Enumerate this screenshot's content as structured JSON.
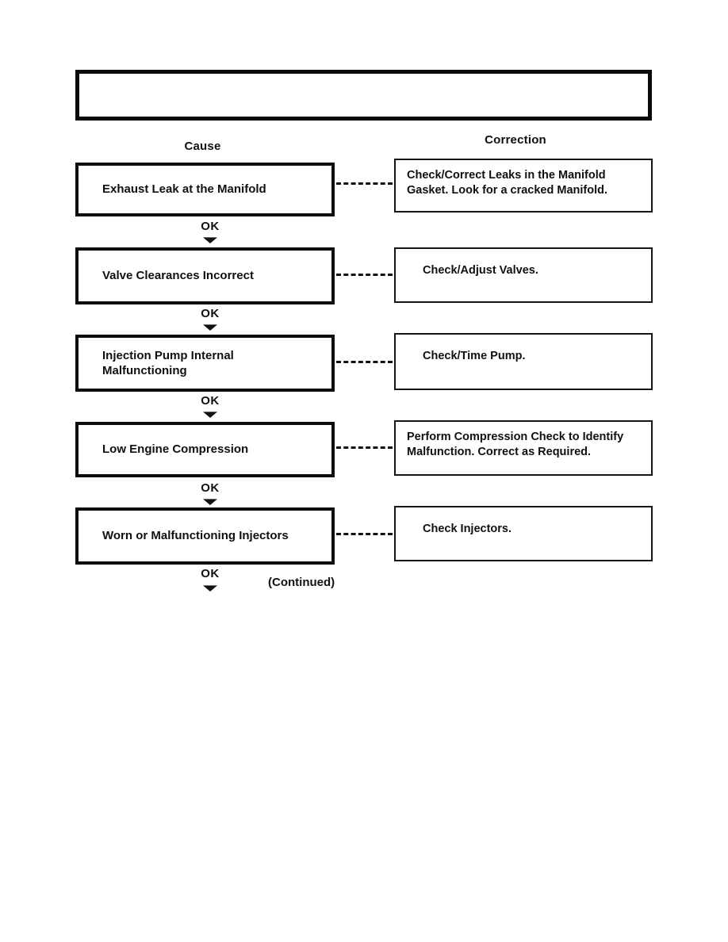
{
  "document": {
    "title_box_text": "",
    "headers": {
      "cause": "Cause",
      "correction": "Correction"
    },
    "ok_label": "OK",
    "continued_label": "(Continued)",
    "rows": [
      {
        "cause": "Exhaust Leak at the Manifold",
        "correction": "Check/Correct Leaks in the Manifold Gasket. Look for a cracked Manifold."
      },
      {
        "cause": "Valve Clearances Incorrect",
        "correction": "Check/Adjust Valves."
      },
      {
        "cause": "Injection Pump Internal Malfunctioning",
        "correction": "Check/Time Pump."
      },
      {
        "cause": "Low Engine Compression",
        "correction": "Perform Compression Check to Identify Malfunction. Correct as Required."
      },
      {
        "cause": "Worn or Malfunctioning Injectors",
        "correction": "Check Injectors."
      }
    ],
    "colors": {
      "ink": "#101010",
      "paper": "#ffffff"
    }
  }
}
